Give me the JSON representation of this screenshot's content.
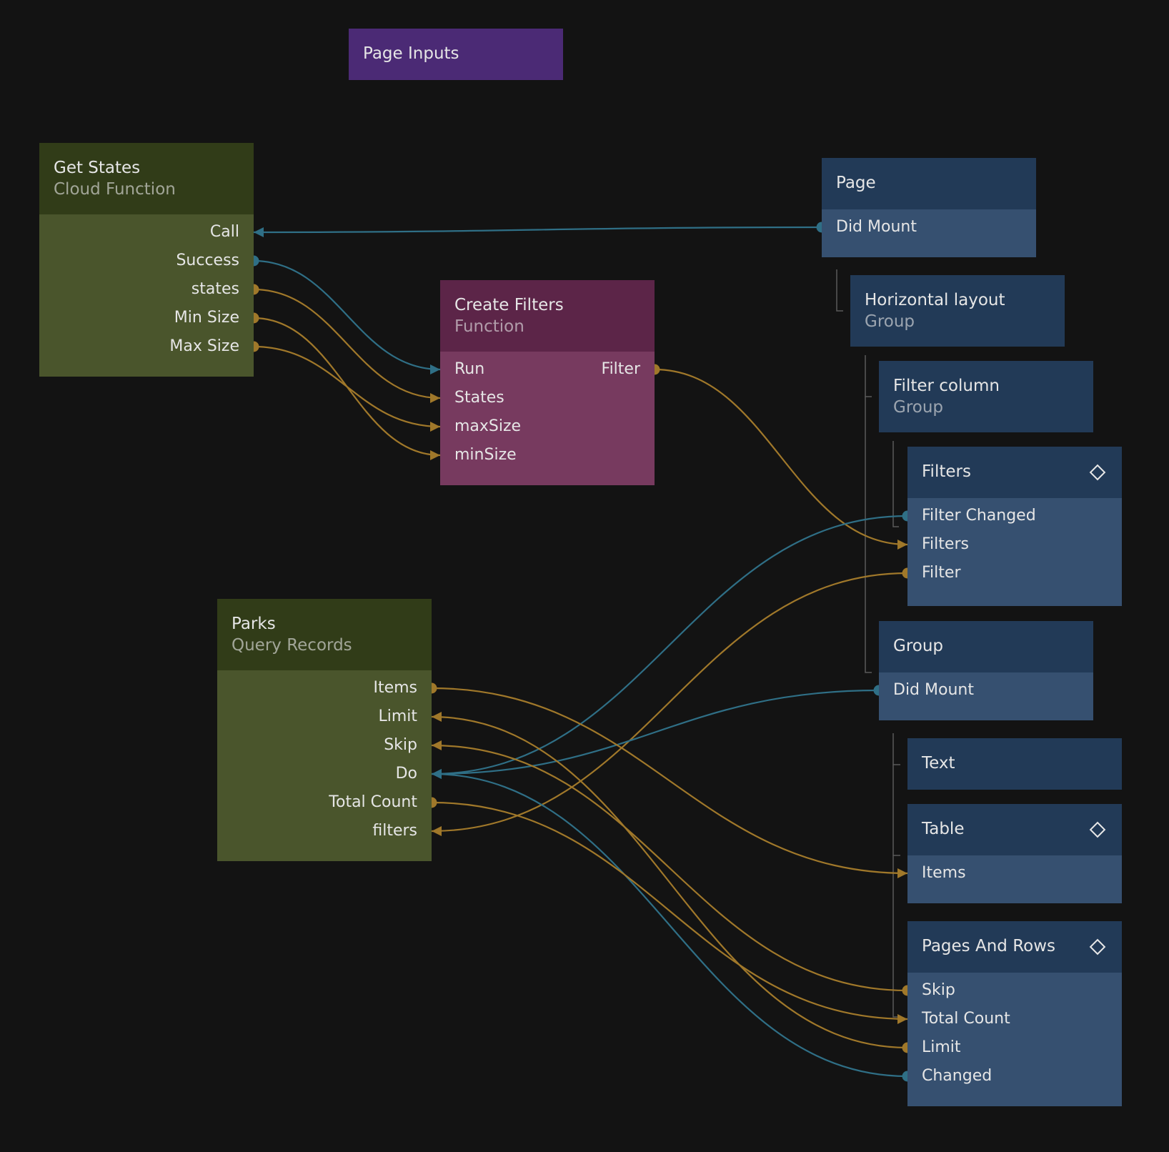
{
  "colors": {
    "background": "#131313",
    "signal_wire": "#2f6f86",
    "data_wire": "#a0782a",
    "tree_line": "#5a5a5a"
  },
  "nodes": {
    "page_inputs": {
      "title": "Page Inputs"
    },
    "get_states": {
      "title": "Get States",
      "subtitle": "Cloud Function",
      "ports": [
        "Call",
        "Success",
        "states",
        "Min Size",
        "Max Size"
      ]
    },
    "create_filters": {
      "title": "Create Filters",
      "subtitle": "Function",
      "inputs": [
        "Run",
        "States",
        "maxSize",
        "minSize"
      ],
      "outputs": [
        "Filter"
      ]
    },
    "parks": {
      "title": "Parks",
      "subtitle": "Query Records",
      "ports": [
        "Items",
        "Limit",
        "Skip",
        "Do",
        "Total Count",
        "filters"
      ]
    },
    "page": {
      "title": "Page",
      "ports": [
        "Did Mount"
      ]
    },
    "horizontal_layout": {
      "title": "Horizontal layout",
      "subtitle": "Group"
    },
    "filter_column": {
      "title": "Filter column",
      "subtitle": "Group"
    },
    "filters": {
      "title": "Filters",
      "icon": "diamond-icon",
      "ports": [
        "Filter Changed",
        "Filters",
        "Filter"
      ]
    },
    "group": {
      "title": "Group",
      "ports": [
        "Did Mount"
      ]
    },
    "text": {
      "title": "Text"
    },
    "table": {
      "title": "Table",
      "icon": "diamond-icon",
      "ports": [
        "Items"
      ]
    },
    "pages_and_rows": {
      "title": "Pages And Rows",
      "icon": "diamond-icon",
      "ports": [
        "Skip",
        "Total Count",
        "Limit",
        "Changed"
      ]
    }
  },
  "connections": [
    {
      "from": "page.Did Mount",
      "to": "get_states.Call",
      "kind": "signal"
    },
    {
      "from": "get_states.Success",
      "to": "create_filters.Run",
      "kind": "signal"
    },
    {
      "from": "get_states.states",
      "to": "create_filters.States",
      "kind": "data"
    },
    {
      "from": "get_states.Min Size",
      "to": "create_filters.minSize",
      "kind": "data"
    },
    {
      "from": "get_states.Max Size",
      "to": "create_filters.maxSize",
      "kind": "data"
    },
    {
      "from": "create_filters.Filter",
      "to": "filters.Filters",
      "kind": "data"
    },
    {
      "from": "filters.Filter Changed",
      "to": "parks.Do",
      "kind": "signal"
    },
    {
      "from": "filters.Filter",
      "to": "parks.filters",
      "kind": "data"
    },
    {
      "from": "group.Did Mount",
      "to": "parks.Do",
      "kind": "signal"
    },
    {
      "from": "parks.Items",
      "to": "table.Items",
      "kind": "data"
    },
    {
      "from": "pages_and_rows.Limit",
      "to": "parks.Limit",
      "kind": "data"
    },
    {
      "from": "pages_and_rows.Skip",
      "to": "parks.Skip",
      "kind": "data"
    },
    {
      "from": "pages_and_rows.Changed",
      "to": "parks.Do",
      "kind": "signal"
    },
    {
      "from": "parks.Total Count",
      "to": "pages_and_rows.Total Count",
      "kind": "data"
    }
  ]
}
